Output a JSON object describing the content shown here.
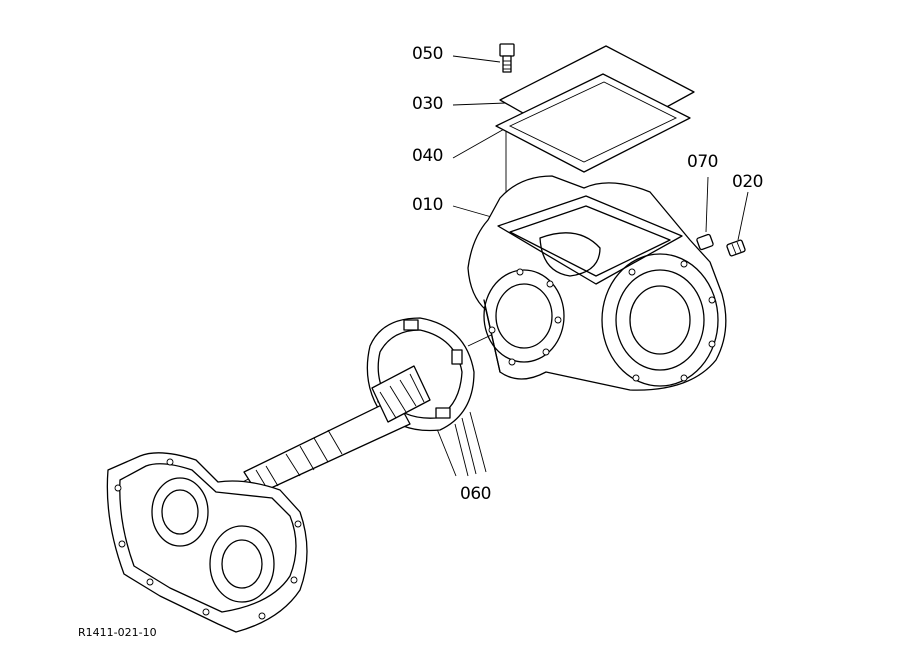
{
  "diagram": {
    "callouts": [
      {
        "id": "050",
        "label": "050"
      },
      {
        "id": "030",
        "label": "030"
      },
      {
        "id": "040",
        "label": "040"
      },
      {
        "id": "010",
        "label": "010"
      },
      {
        "id": "070",
        "label": "070"
      },
      {
        "id": "020",
        "label": "020"
      },
      {
        "id": "060",
        "label": "060"
      }
    ],
    "figure_ref": "R1411-021-10"
  }
}
